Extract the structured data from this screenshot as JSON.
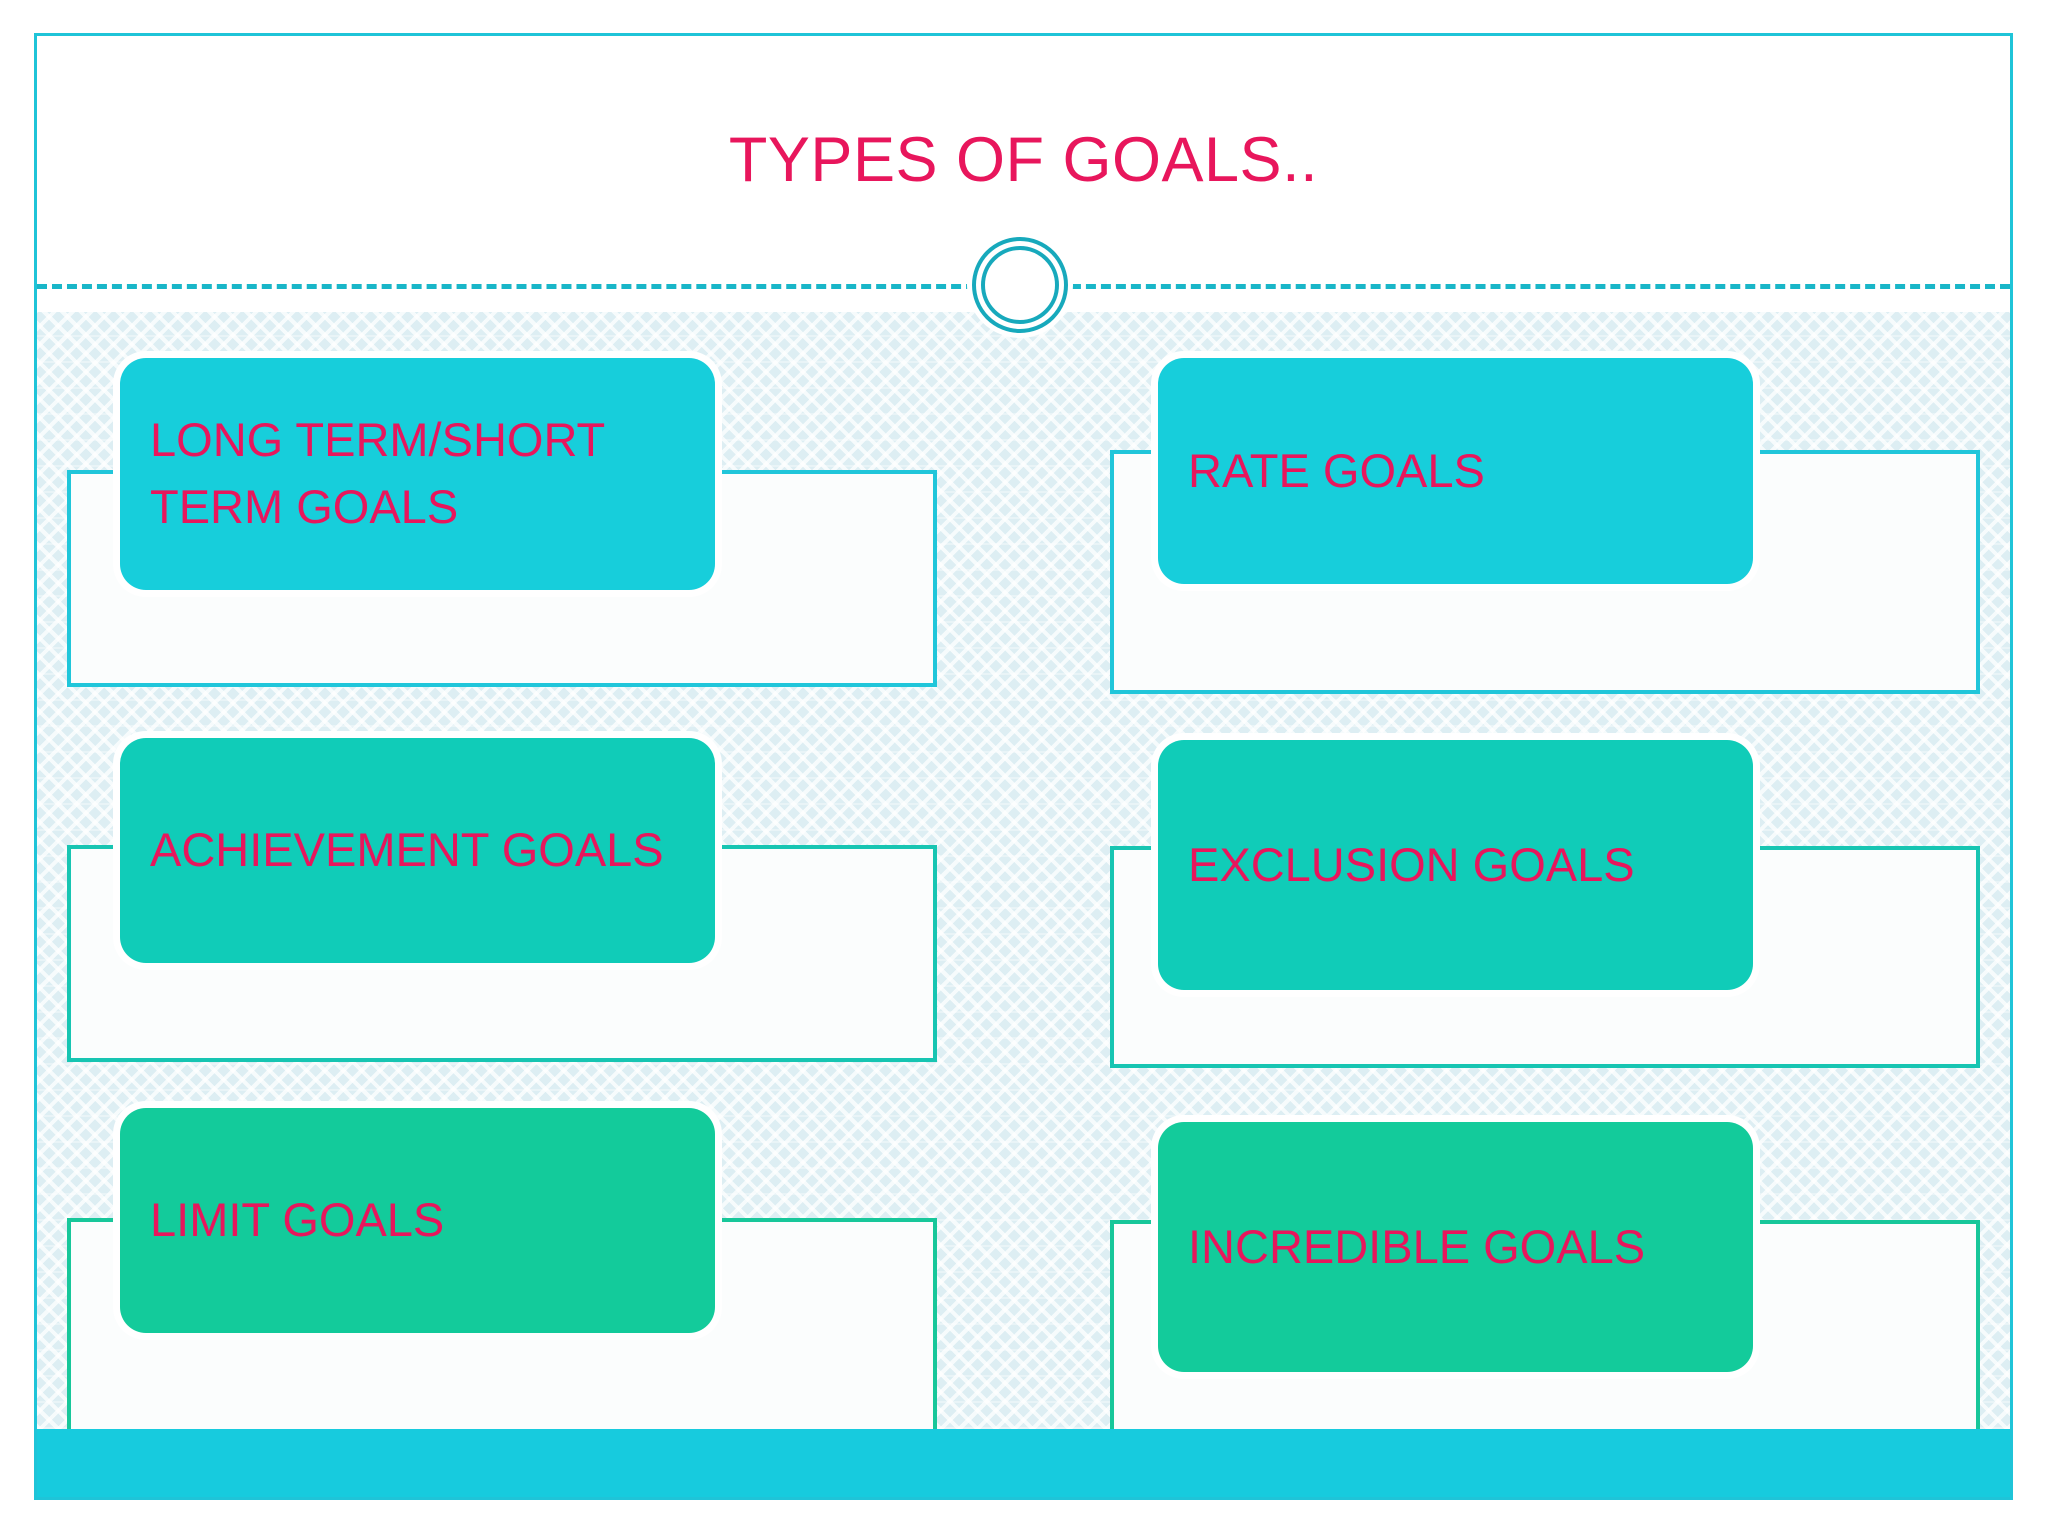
{
  "slide": {
    "title": "TYPES OF GOALS..",
    "title_color": "#E8165C",
    "border_color": "#1FC4D8",
    "background_color": "#DDEEF3",
    "bottom_bar_color": "#17CBDE",
    "divider_style": "dashed",
    "divider_color": "#19B6C8",
    "ornament": "double-ring-circle"
  },
  "goals": {
    "left_column": [
      {
        "label": "LONG TERM/SHORT\nTERM GOALS",
        "chip_color": "#17CEDB",
        "plate_border_color": "#20C6DA"
      },
      {
        "label": "ACHIEVEMENT GOALS",
        "chip_color": "#10CCB8",
        "plate_border_color": "#17C5B2"
      },
      {
        "label": "LIMIT GOALS",
        "chip_color": "#13CB9B",
        "plate_border_color": "#17C79A"
      }
    ],
    "right_column": [
      {
        "label": "RATE GOALS",
        "chip_color": "#17CEDB",
        "plate_border_color": "#20C6DA"
      },
      {
        "label": "EXCLUSION GOALS",
        "chip_color": "#10CCB8",
        "plate_border_color": "#17C5B2"
      },
      {
        "label": "INCREDIBLE GOALS",
        "chip_color": "#13CB9B",
        "plate_border_color": "#17C79A"
      }
    ]
  }
}
